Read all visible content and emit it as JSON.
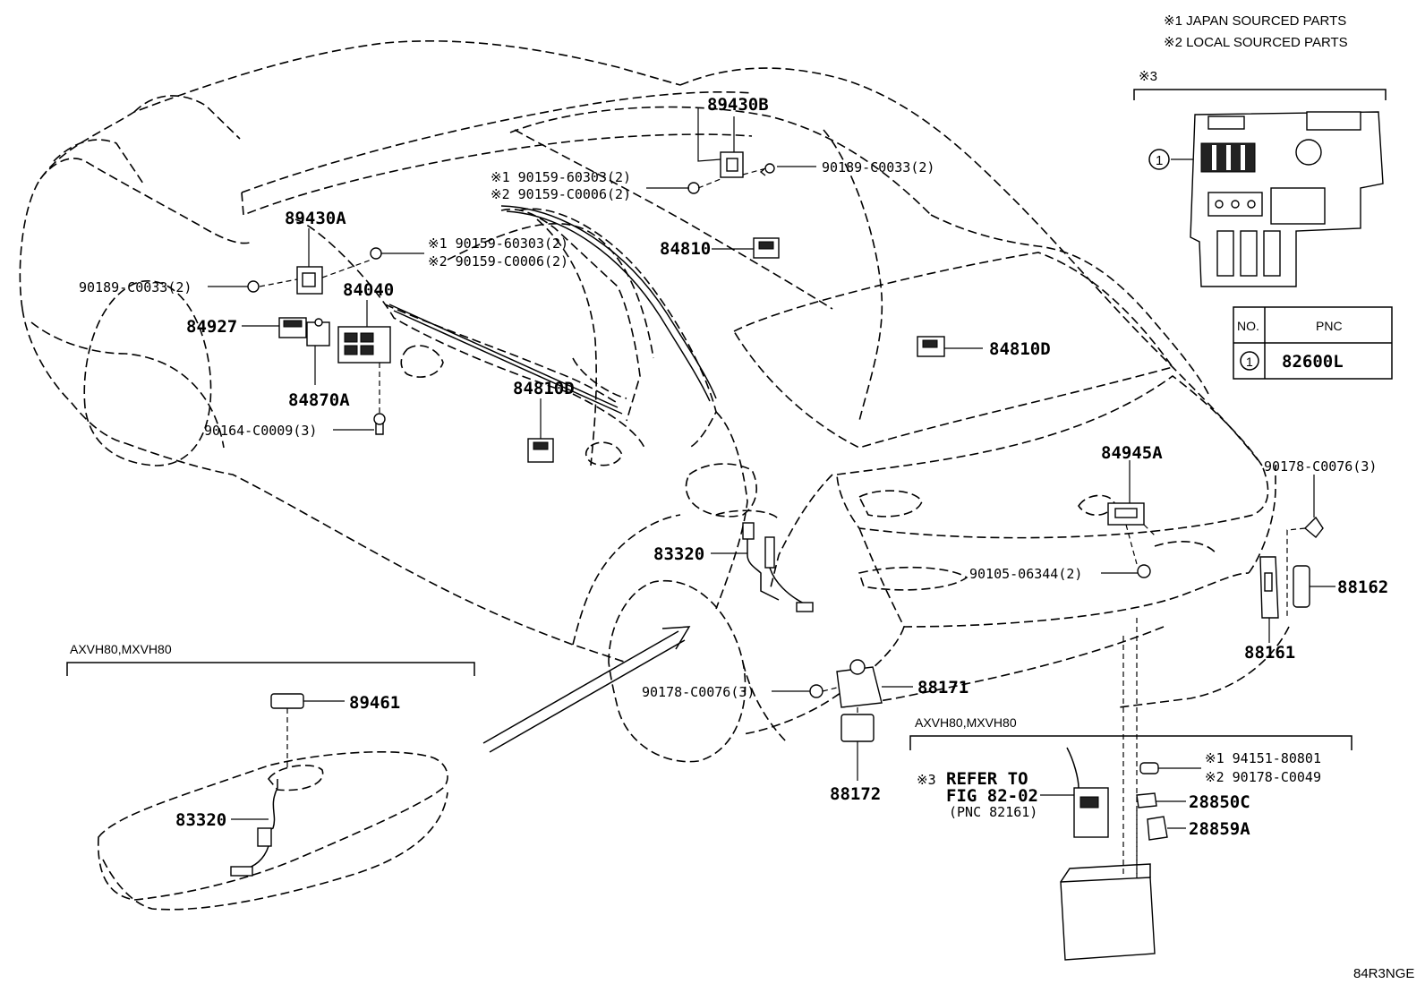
{
  "notes": {
    "n1": "※1 JAPAN SOURCED PARTS",
    "n2": "※2 LOCAL SOURCED PARTS",
    "n3": "※3"
  },
  "table": {
    "col_no": "NO.",
    "col_pnc": "PNC",
    "row_no": "1",
    "row_pnc": "82600L"
  },
  "inset_marker": "1",
  "models": {
    "fuel_tank_box": "AXVH80,MXVH80",
    "battery_box": "AXVH80,MXVH80"
  },
  "parts": {
    "p89430B": "89430B",
    "p89430A": "89430A",
    "p84040": "84040",
    "p84927": "84927",
    "p84870A": "84870A",
    "p84810": "84810",
    "p84810D_rear": "84810D",
    "p84810D_door": "84810D",
    "p84945A": "84945A",
    "p83320_body": "83320",
    "p83320_tank": "83320",
    "p89461": "89461",
    "p88171": "88171",
    "p88172": "88172",
    "p88161": "88161",
    "p88162": "88162",
    "p28850C": "28850C",
    "p28859A": "28859A"
  },
  "fasteners": {
    "f_top_j": "※1 90159-60303(2)",
    "f_top_l": "※2 90159-C0006(2)",
    "f_top_clip": "90189-C0033(2)",
    "f_mid_j": "※1 90159-60303(2)",
    "f_mid_l": "※2 90159-C0006(2)",
    "f_left_clip": "90189-C0033(2)",
    "f_bolt": "90164-C0009(3)",
    "f_clip_right": "90178-C0076(3)",
    "f_screw": "90105-06344(2)",
    "f_clip_lower": "90178-C0076(3)",
    "f_bat_j": "※1 94151-80801",
    "f_bat_l": "※2 90178-C0049"
  },
  "refer": {
    "mark": "※3",
    "line1": "REFER TO",
    "line2": "FIG 82-02",
    "line3": "(PNC 82161)"
  },
  "drawing_id": "84R3NGE"
}
